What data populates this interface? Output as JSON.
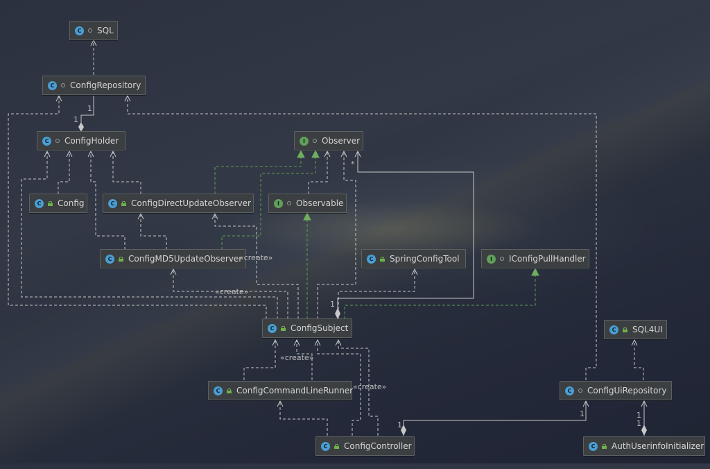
{
  "nodes": [
    {
      "id": "sql",
      "label": "SQL",
      "kind": "C",
      "visibility": "package"
    },
    {
      "id": "config_repository",
      "label": "ConfigRepository",
      "kind": "C",
      "visibility": "package"
    },
    {
      "id": "config_holder",
      "label": "ConfigHolder",
      "kind": "C",
      "visibility": "package"
    },
    {
      "id": "observer",
      "label": "Observer",
      "kind": "I",
      "visibility": "package"
    },
    {
      "id": "config",
      "label": "Config",
      "kind": "C",
      "visibility": "public"
    },
    {
      "id": "config_direct_update_observer",
      "label": "ConfigDirectUpdateObserver",
      "kind": "C",
      "visibility": "public"
    },
    {
      "id": "observable",
      "label": "Observable",
      "kind": "I",
      "visibility": "package"
    },
    {
      "id": "config_md5_update_observer",
      "label": "ConfigMD5UpdateObserver",
      "kind": "C",
      "visibility": "public"
    },
    {
      "id": "spring_config_tool",
      "label": "SpringConfigTool",
      "kind": "C",
      "visibility": "public"
    },
    {
      "id": "iconfig_pull_handler",
      "label": "IConfigPullHandler",
      "kind": "I",
      "visibility": "package"
    },
    {
      "id": "config_subject",
      "label": "ConfigSubject",
      "kind": "C",
      "visibility": "public"
    },
    {
      "id": "sql4ui",
      "label": "SQL4UI",
      "kind": "C",
      "visibility": "public"
    },
    {
      "id": "config_command_line_runner",
      "label": "ConfigCommandLineRunner",
      "kind": "C",
      "visibility": "public"
    },
    {
      "id": "config_ui_repository",
      "label": "ConfigUiRepository",
      "kind": "C",
      "visibility": "package"
    },
    {
      "id": "config_controller",
      "label": "ConfigController",
      "kind": "C",
      "visibility": "public"
    },
    {
      "id": "auth_userinfo_initializer",
      "label": "AuthUserinfoInitializer",
      "kind": "C",
      "visibility": "public"
    }
  ],
  "edge_labels": {
    "create_md5": "«create»",
    "create_subject": "«create»",
    "create_runner": "«create»",
    "create_controller": "«create»",
    "mult_holder_repo_1": "1",
    "mult_holder_repo_2": "1",
    "mult_subject_observer_star": "*",
    "mult_subject_observer_1": "1",
    "mult_controller_ui_1": "1",
    "mult_controller_ui_2": "1",
    "mult_auth_ui_1": "1",
    "mult_auth_ui_2": "1"
  },
  "colors": {
    "dependency_line": "#c8c8c8",
    "realization_line": "#5e9e4f",
    "class_icon": "#4a9ed3",
    "interface_icon": "#62a05a"
  }
}
